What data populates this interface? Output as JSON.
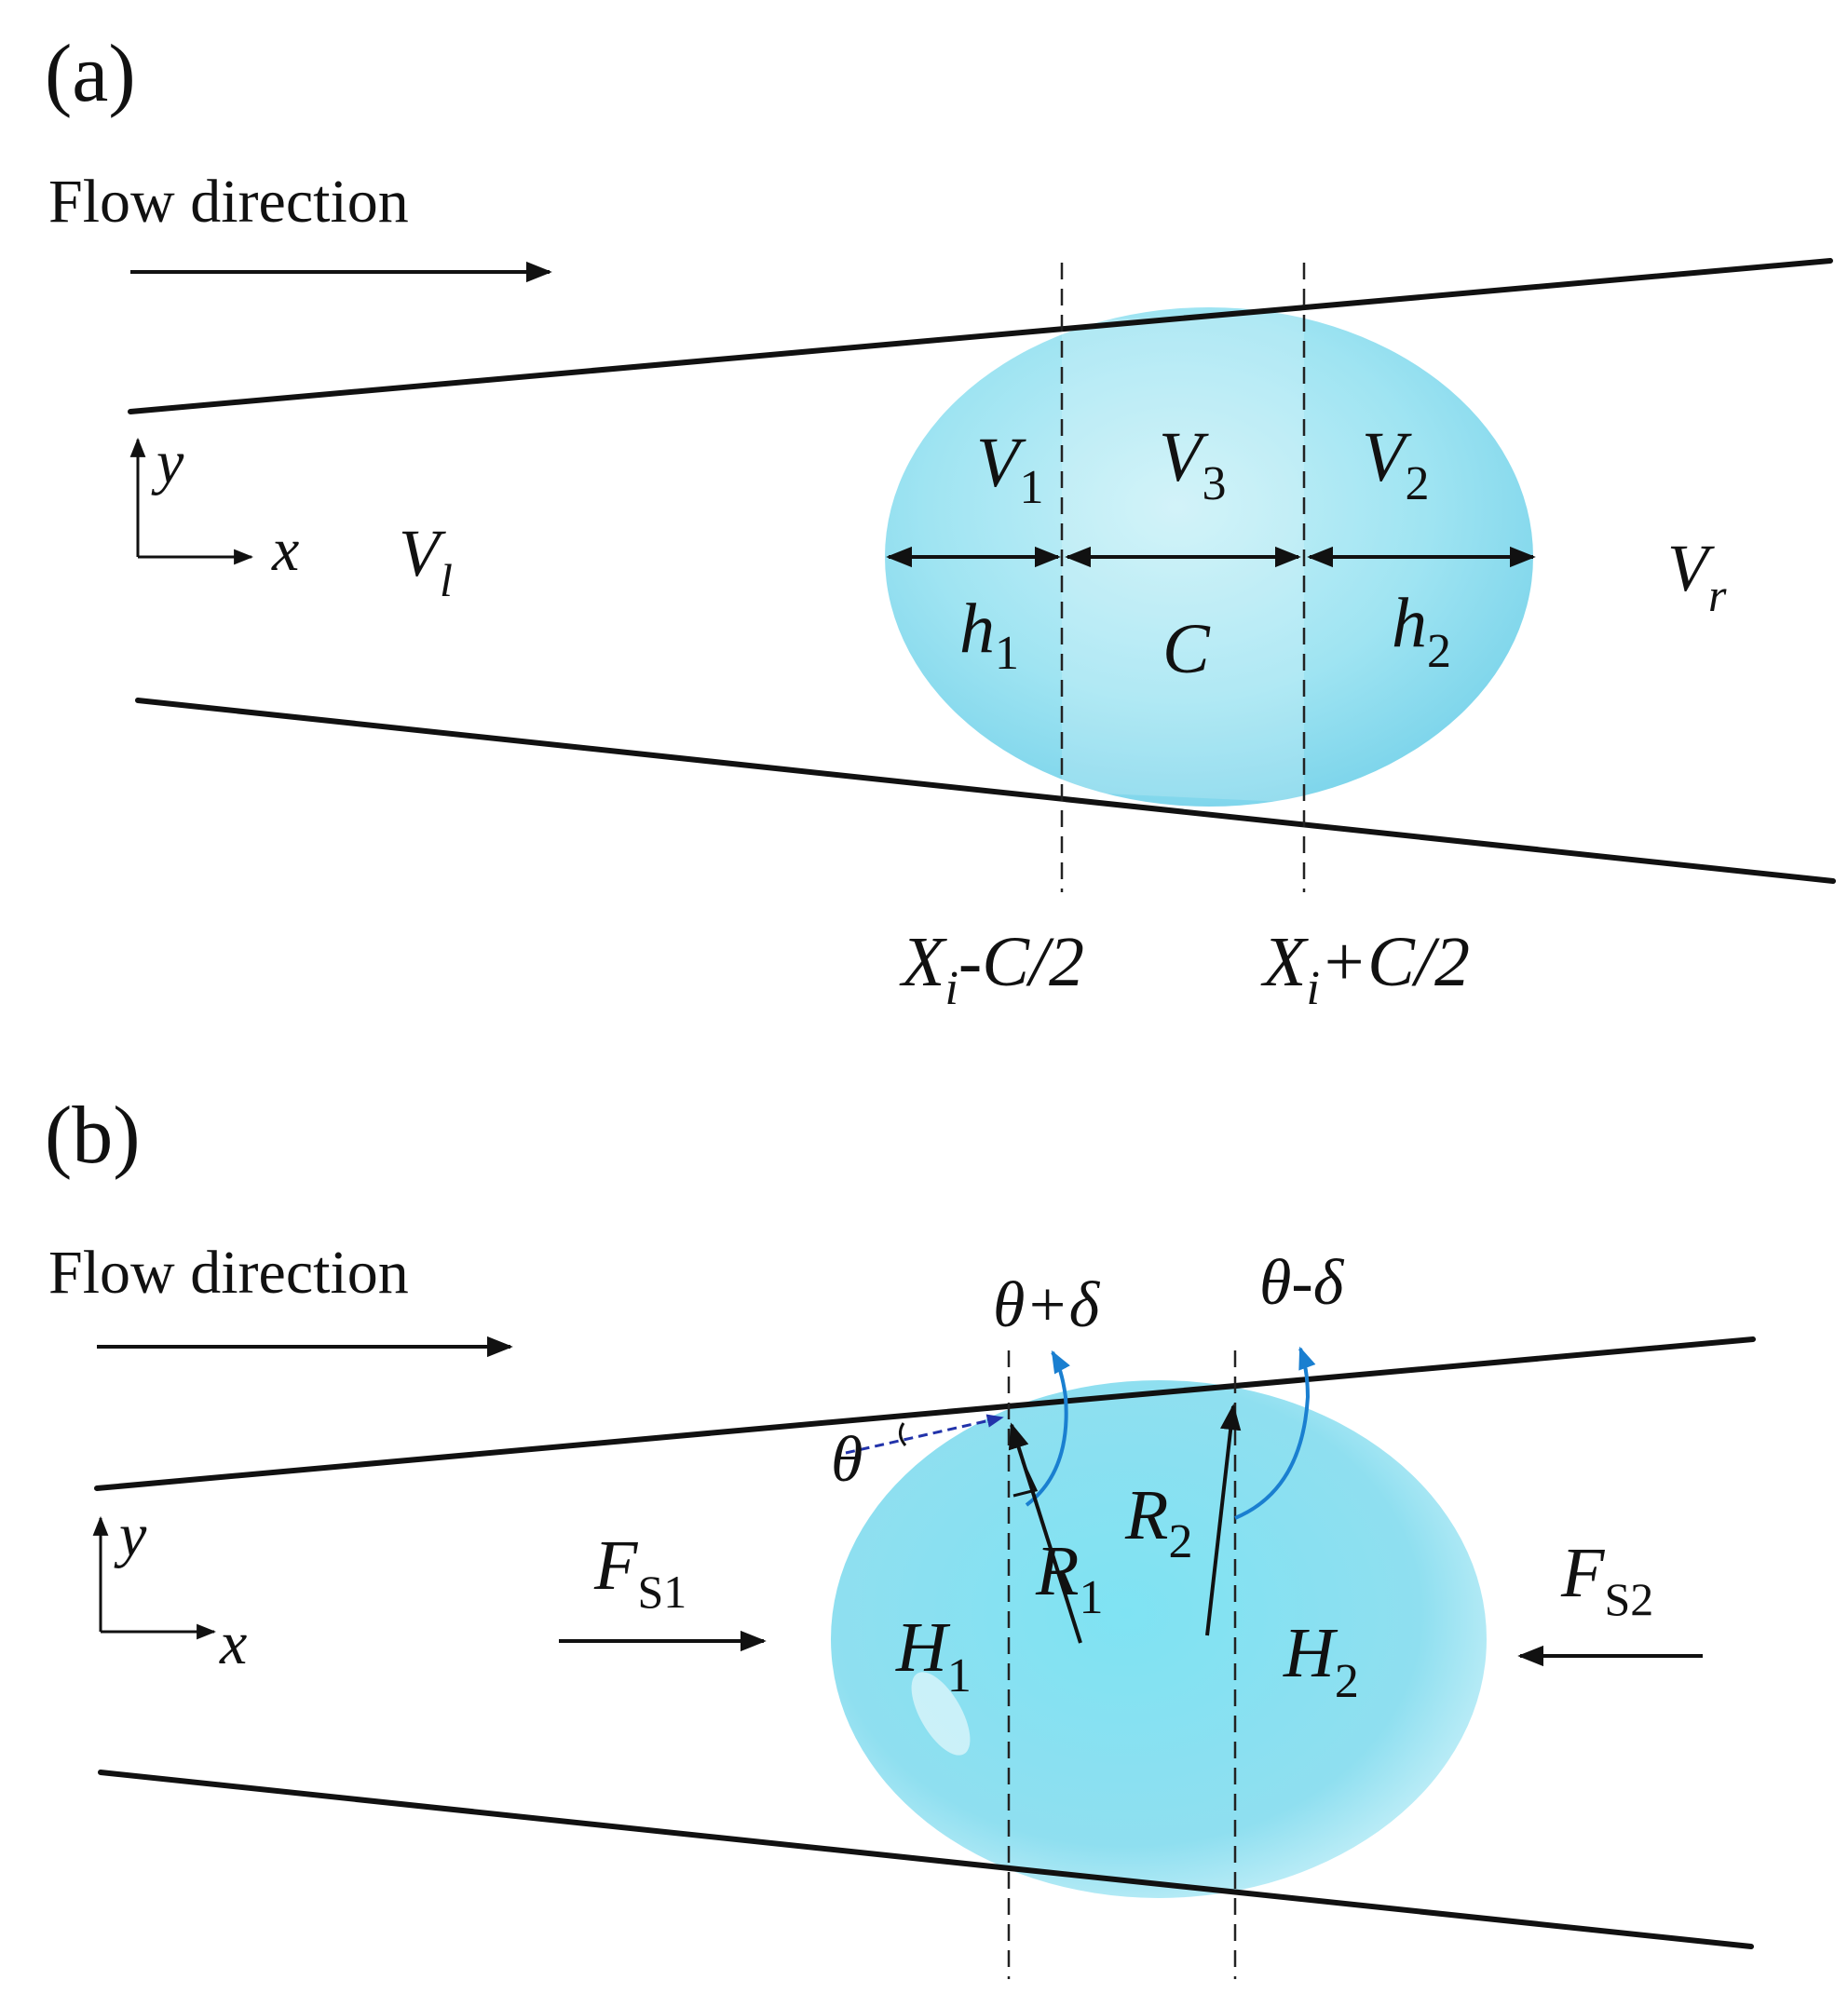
{
  "panel_a": {
    "label": "(a)",
    "flow_label": "Flow direction",
    "axis_y": "y",
    "axis_x": "x",
    "v_left": "V",
    "v_left_sub": "l",
    "v_right": "V",
    "v_right_sub": "r",
    "v1": "V",
    "v1_sub": "1",
    "v3": "V",
    "v3_sub": "3",
    "v2": "V",
    "v2_sub": "2",
    "h1": "h",
    "h1_sub": "1",
    "c": "C",
    "h2": "h",
    "h2_sub": "2",
    "x_minus_main": "X",
    "x_minus_sub": "i",
    "x_minus_rest": "-C/2",
    "x_plus_main": "X",
    "x_plus_sub": "i",
    "x_plus_rest": "+C/2"
  },
  "panel_b": {
    "label": "(b)",
    "flow_label": "Flow direction",
    "axis_y": "y",
    "axis_x": "x",
    "theta": "θ",
    "theta_plus_delta": "θ+δ",
    "theta_minus_delta": "θ-δ",
    "fs1": "F",
    "fs1_sub": "S1",
    "fs2": "F",
    "fs2_sub": "S2",
    "r1": "R",
    "r1_sub": "1",
    "r2": "R",
    "r2_sub": "2",
    "H1": "H",
    "H1_sub": "1",
    "H2": "H",
    "H2_sub": "2"
  },
  "colors": {
    "droplet": "#7fdcef",
    "droplet_edge": "#bfeff8",
    "angle_arrow": "#1a7fd0",
    "theta_arrow": "#2233aa"
  }
}
